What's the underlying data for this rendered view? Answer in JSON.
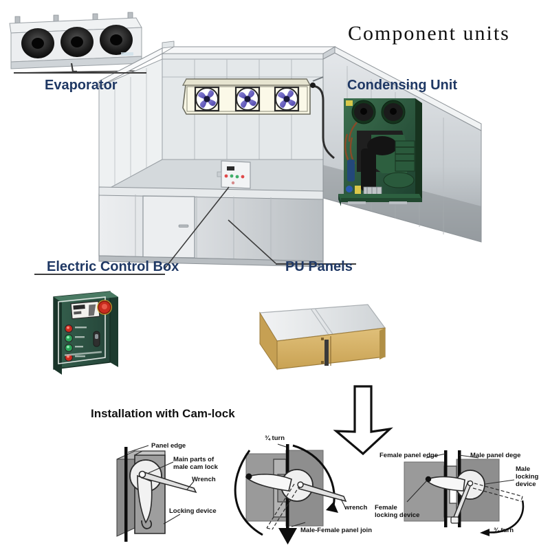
{
  "title": "Component units",
  "labels": {
    "evaporator": "Evaporator",
    "condensing_unit": "Condensing Unit",
    "electric_control_box": "Electric Control Box",
    "pu_panels": "PU Panels",
    "installation": "Installation with Cam-lock"
  },
  "camlock_left": {
    "panel_edge": "Panel edge",
    "main_parts_1": "Main parts of",
    "main_parts_2": "male cam lock",
    "wrench": "Wrench",
    "locking_device": "Locking device"
  },
  "camlock_mid": {
    "turn": "¾ turn",
    "wrench": "wrench",
    "join": "Male-Female panel join"
  },
  "camlock_right": {
    "female_panel_edge": "Female panel edge",
    "male_panel_edge": "Male panel dege",
    "male_locking_1": "Male",
    "male_locking_2": "locking",
    "male_locking_3": "device",
    "female_locking_1": "Female",
    "female_locking_2": "locking device",
    "turn": "¾ turn"
  },
  "colors": {
    "label_navy": "#1f3864",
    "condenser_green": "#2d5b3e",
    "control_box_green": "#2c5545",
    "panel_foam": "#d8b468",
    "panel_metal": "#e8eaec",
    "room_metal": "#d9dde0",
    "fan_blue": "#5b53b8",
    "leader_line": "#3b3b3b",
    "camlock_gray": "#9a9a9a",
    "camlock_dark": "#6e6e6e"
  },
  "icon_names": {
    "down_arrow": "down-arrow-icon",
    "emergency_stop": "emergency-stop-button-icon"
  }
}
